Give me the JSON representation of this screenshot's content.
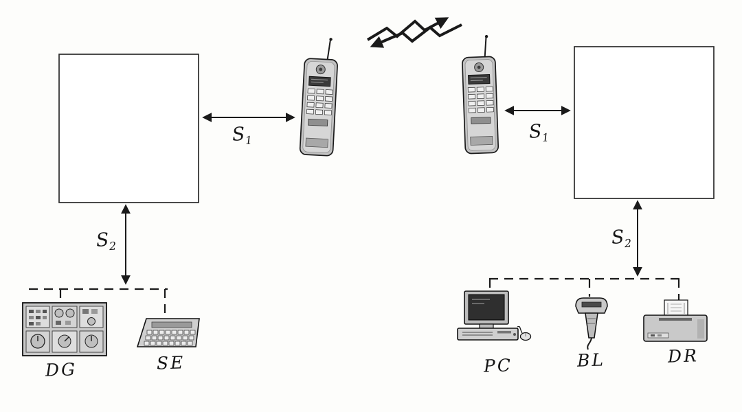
{
  "page": {
    "background": "#fdfdfb",
    "ink_color": "#1a1a1a",
    "device_gray": "#c9c9c9"
  },
  "diagram": {
    "labels": {
      "s1": {
        "base": "S",
        "sub": "1"
      },
      "s2": {
        "base": "S",
        "sub": "2"
      }
    },
    "left_station": {
      "devices": [
        {
          "id": "dg",
          "label": "DG",
          "icon": "control-panel-icon"
        },
        {
          "id": "se",
          "label": "SE",
          "icon": "keypad-terminal-icon"
        }
      ]
    },
    "right_station": {
      "devices": [
        {
          "id": "pc",
          "label": "PC",
          "icon": "desktop-computer-icon"
        },
        {
          "id": "bl",
          "label": "BL",
          "icon": "handheld-scanner-icon"
        },
        {
          "id": "dr",
          "label": "DR",
          "icon": "printer-icon"
        }
      ]
    },
    "icons": {
      "left_phone": "mobile-phone-icon",
      "right_phone": "mobile-phone-icon",
      "radio_link": "radio-waves-zigzag-icon"
    }
  }
}
